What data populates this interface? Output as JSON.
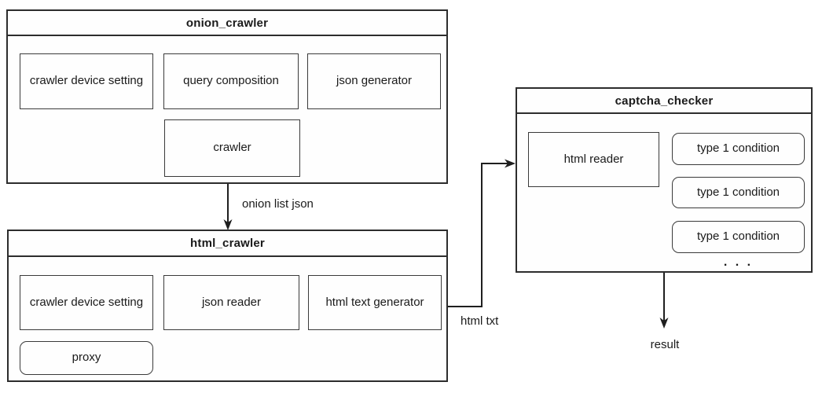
{
  "onion": {
    "title": "onion_crawler",
    "boxes": {
      "device": "crawler device setting",
      "query": "query composition",
      "json_gen": "json generator",
      "crawler": "crawler"
    }
  },
  "html": {
    "title": "html_crawler",
    "boxes": {
      "device": "crawler device setting",
      "json_reader": "json reader",
      "html_text_gen": "html text generator",
      "proxy": "proxy"
    }
  },
  "captcha": {
    "title": "captcha_checker",
    "boxes": {
      "html_reader": "html reader",
      "cond1": "type 1 condition",
      "cond2": "type 1 condition",
      "cond3": "type 1 condition",
      "more": ". . ."
    }
  },
  "labels": {
    "onion_to_html": "onion list json",
    "html_to_captcha": "html txt",
    "result": "result"
  },
  "colors": {
    "line": "#1f1f1f",
    "border": "#2d2d2d",
    "box_background": "#fefefe",
    "text": "#1a1a1a"
  }
}
